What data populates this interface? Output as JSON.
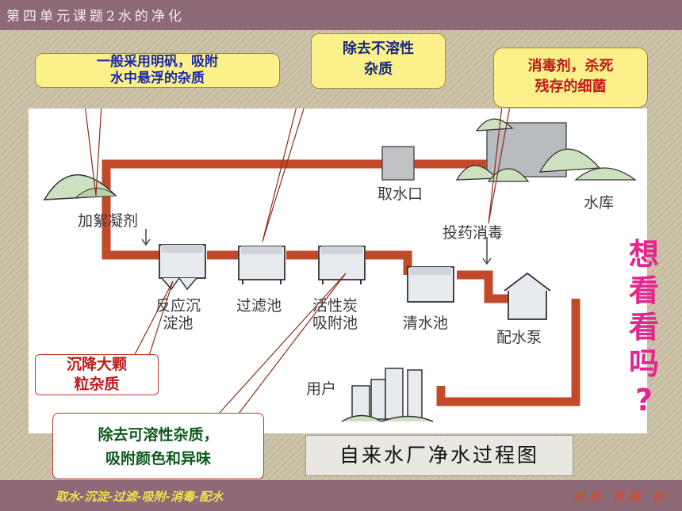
{
  "header": {
    "title": "第四单元课题2水的净化"
  },
  "footer": {
    "flow": "取水-沉淀-过滤-吸附-消毒-配水",
    "credit": "居巢 黄麓 谢"
  },
  "diagram": {
    "labels": {
      "intake": "取水口",
      "reservoir": "水库",
      "coagulant": "加絮凝剂",
      "disinfect": "投药消毒",
      "reaction_tank": [
        "反应沉",
        "淀池"
      ],
      "filter_tank": "过滤池",
      "carbon_tank": [
        "活性炭",
        "吸附池"
      ],
      "clear_tank": "清水池",
      "pump": "配水泵",
      "user": "用户"
    },
    "caption": "自来水厂净水过程图"
  },
  "callouts": {
    "alum": [
      "一般采用明矾，吸附",
      "水中悬浮的杂质"
    ],
    "insoluble": [
      "除去不溶性",
      "杂质"
    ],
    "disinfectant": [
      "消毒剂，杀死",
      "残存的细菌"
    ],
    "sediment": [
      "沉降大颗",
      "粒杂质"
    ],
    "soluble": [
      "除去可溶性杂质，",
      "吸附颜色和异味"
    ]
  },
  "side_question": [
    "想",
    "看",
    "看",
    "吗",
    "?"
  ],
  "colors": {
    "pipe": "#c2492a",
    "bubble_yellow": "#fbf08a",
    "callout_border": "#c0392b"
  }
}
